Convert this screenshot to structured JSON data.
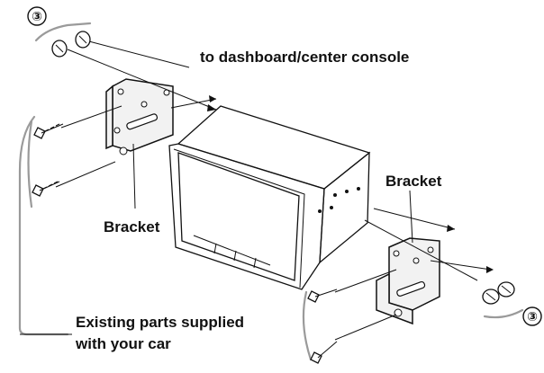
{
  "labels": {
    "callout_top": "③",
    "callout_bottom": "③",
    "dashboard": "to dashboard/center console",
    "bracket_left": "Bracket",
    "bracket_right": "Bracket",
    "existing_line1": "Existing parts supplied",
    "existing_line2": "with your car"
  },
  "colors": {
    "line": "#111111",
    "bracket_bracket_group": "#9a9a9a",
    "fill": "#f2f2f2"
  }
}
